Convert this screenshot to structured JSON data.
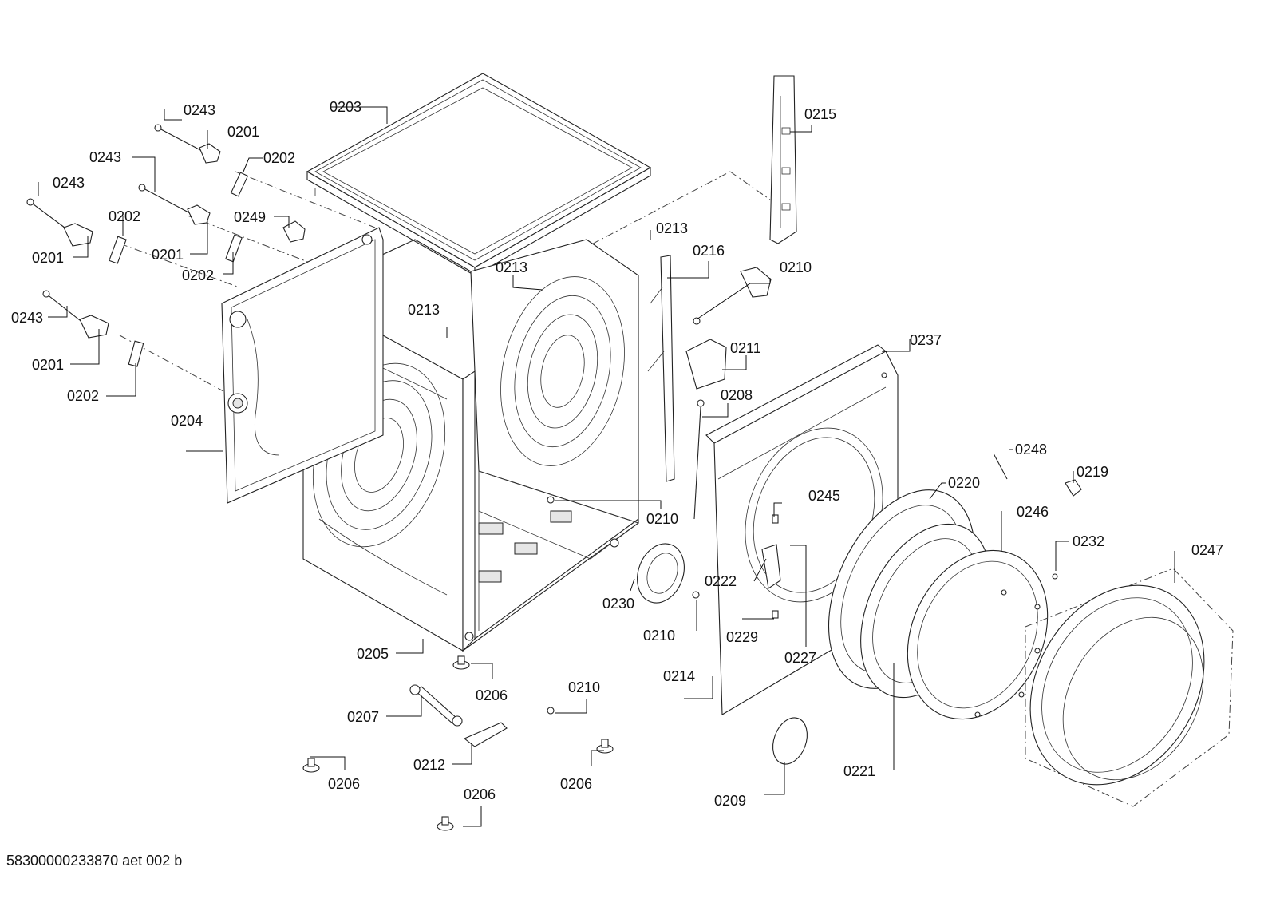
{
  "drawing_number": "58300000233870 aet 002 b",
  "labels": {
    "l0203": "0203",
    "l0243a": "0243",
    "l0201a": "0201",
    "l0202a": "0202",
    "l0243b": "0243",
    "l0201b": "0201",
    "l0202b": "0202",
    "l0243c": "0243",
    "l0202c": "0202",
    "l0201c": "0201",
    "l0249": "0249",
    "l0243d": "0243",
    "l0201d": "0201",
    "l0202d": "0202",
    "l0204": "0204",
    "l0205": "0205",
    "l0206a": "0206",
    "l0207": "0207",
    "l0212": "0212",
    "l0206b": "0206",
    "l0206c": "0206",
    "l0206d": "0206",
    "l0210a": "0210",
    "l0210b": "0210",
    "l0210c": "0210",
    "l0210d": "0210",
    "l0213a": "0213",
    "l0213b": "0213",
    "l0213c": "0213",
    "l0215": "0215",
    "l0216": "0216",
    "l0211": "0211",
    "l0208": "0208",
    "l0237": "0237",
    "l0230": "0230",
    "l0245": "0245",
    "l0222": "0222",
    "l0229": "0229",
    "l0227": "0227",
    "l0214": "0214",
    "l0209": "0209",
    "l0220": "0220",
    "l0221": "0221",
    "l0246": "0246",
    "l0248": "0248",
    "l0219": "0219",
    "l0232": "0232",
    "l0247": "0247"
  }
}
